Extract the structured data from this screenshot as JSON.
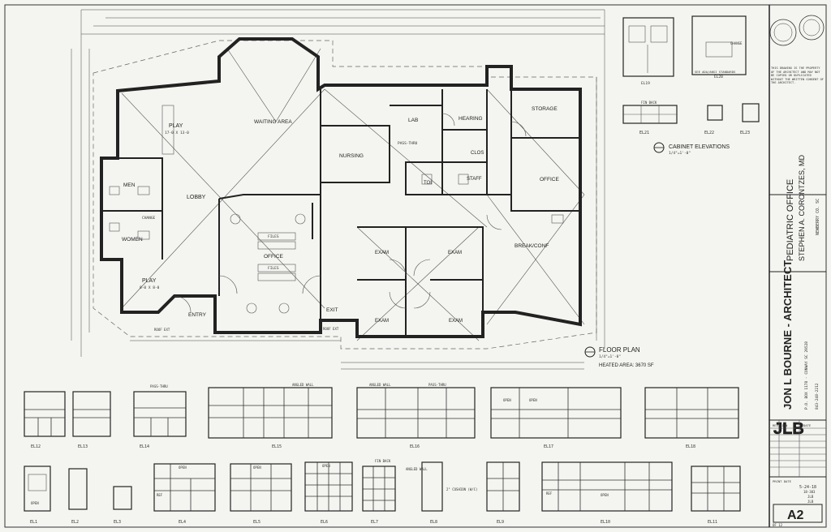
{
  "rooms": {
    "play_upper": "PLAY",
    "play_upper_size": "17-0 X 13-0",
    "waiting": "WAITING AREA",
    "lobby": "LOBBY",
    "men": "MEN",
    "women": "WOMEN",
    "play_lower": "PLAY",
    "play_lower_size": "8-0 X 8-0",
    "entry": "ENTRY",
    "office_main": "OFFICE",
    "exit": "EXIT",
    "nursing": "NURSING",
    "lab": "LAB",
    "hearing": "HEARING",
    "storage": "STORAGE",
    "clos": "CLOS",
    "staff": "STAFF",
    "toi": "TOI",
    "office_right": "OFFICE",
    "break_conf": "BREAK/CONF",
    "exam1": "EXAM",
    "exam2": "EXAM",
    "exam3": "EXAM",
    "exam4": "EXAM",
    "change": "CHANGE",
    "pass_thru": "PASS-THRU",
    "files": "FILES"
  },
  "labels": {
    "floor_plan": "FLOOR PLAN",
    "floor_plan_scale": "1/4\"=1'-0\"",
    "heated_area": "HEATED AREA: 3670 SF",
    "cabinet_elevations": "CABINET ELEVATIONS",
    "cabinet_scale": "1/4\"=1'-0\"",
    "standards_note": "SEE ADA/ANSI STANDARDS",
    "roof_ext": "ROOF EXT",
    "open": "OPEN",
    "ref": "REF",
    "angled_wall": "ANGLED WALL",
    "cushion_note": "2\" CUSHION (W/C)",
    "fin_back": "FIN BACK"
  },
  "elevations": {
    "top_row": [
      "EL12",
      "EL13",
      "EL14",
      "EL15",
      "EL16",
      "EL17",
      "EL18"
    ],
    "bottom_row": [
      "EL1",
      "EL2",
      "EL3",
      "EL4",
      "EL5",
      "EL6",
      "EL7",
      "EL8",
      "EL9",
      "EL10",
      "EL11"
    ],
    "top_right": [
      "EL19",
      "EL20",
      "EL21",
      "EL22",
      "EL23"
    ]
  },
  "title_block": {
    "project": "PEDIATRIC OFFICE",
    "client": "STEPHEN A. CORONTZES, MD",
    "location": "NEWBERRY CO. SC",
    "architect": "JON L BOURNE - ARCHITECT",
    "logo": "JLB",
    "address": "P.O. BOX 1178 - CONWAY SC 29528",
    "phone": "843-248-2212",
    "revisions_header": "REVISION",
    "date_header": "DATE",
    "print_date_label": "PRINT DATE",
    "plot_date": "5-24-18",
    "job_no": "18-303",
    "drawn_by": "JLB",
    "checked_by": "JLB",
    "sheet": "A2",
    "sheet_of": "OF 12",
    "seal_note": "THIS DRAWING IS THE PROPERTY OF THE ARCHITECT AND MAY NOT BE COPIED OR DUPLICATED WITHOUT THE WRITTEN CONSENT OF THE ARCHITECT."
  }
}
